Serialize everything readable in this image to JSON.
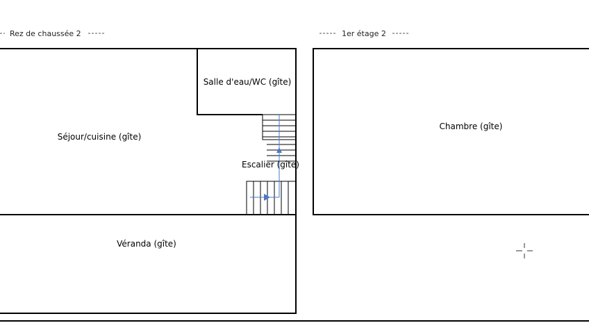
{
  "plan": {
    "floors": [
      {
        "title": "Rez de chaussée 2"
      },
      {
        "title": "1er étage 2"
      }
    ],
    "rooms": {
      "salle_eau": "Salle d'eau/WC (gîte)",
      "sejour": "Séjour/cuisine (gîte)",
      "escalier": "Escalier (gîte)",
      "veranda": "Véranda (gîte)",
      "chambre": "Chambre (gîte)"
    },
    "icons": {
      "arrow": "blue-arrow-icon",
      "crosshair": "crosshair-icon"
    },
    "colors": {
      "wall": "#000000",
      "arrow": "#4a78c8",
      "background": "#ffffff"
    }
  }
}
